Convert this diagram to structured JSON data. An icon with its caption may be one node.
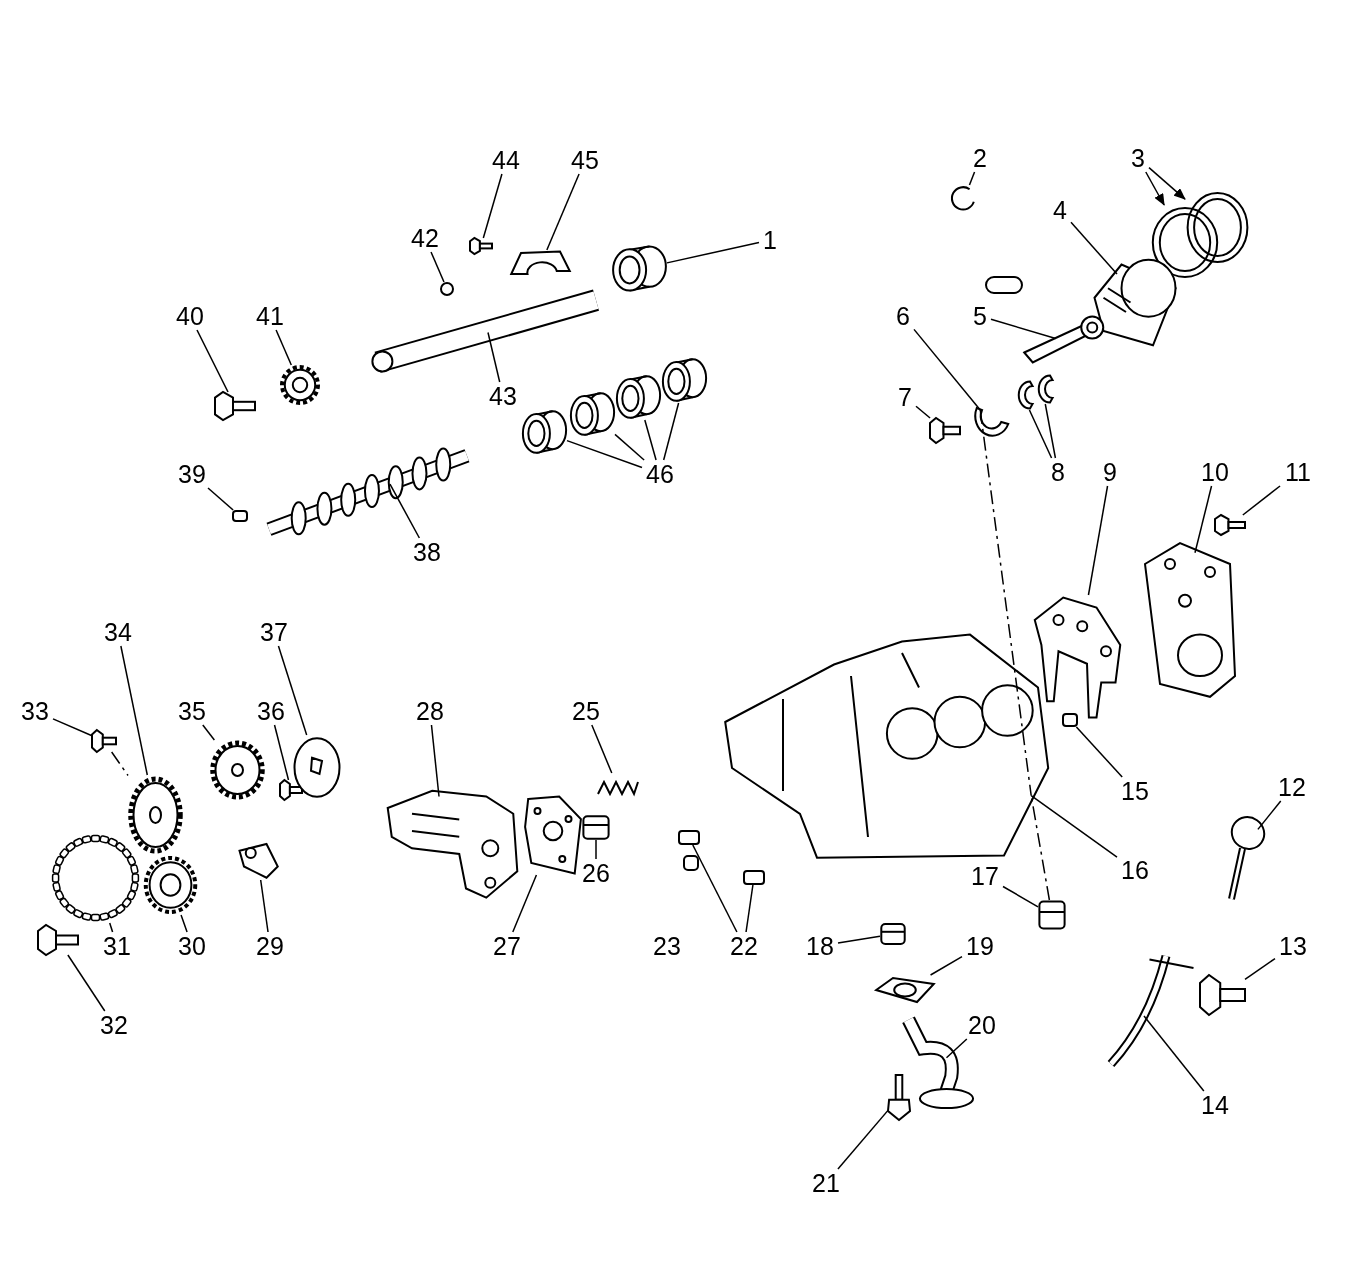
{
  "diagram": {
    "nodes": [
      {
        "text": [
          "1"
        ]
      },
      {
        "text": [],
        "shape": "picture"
      },
      {
        "text": [
          "2"
        ]
      },
      {
        "text": [],
        "shape": "picture"
      },
      {
        "text": [
          "3"
        ]
      },
      {
        "text": [],
        "shape": "picture"
      },
      {
        "text": [],
        "shape": "picture"
      },
      {
        "text": [
          "4"
        ]
      },
      {
        "text": [],
        "shape": "picture"
      },
      {
        "text": [
          "5"
        ]
      },
      {
        "text": [],
        "shape": "picture"
      },
      {
        "text": [
          "6"
        ]
      },
      {
        "text": [],
        "shape": "picture"
      },
      {
        "text": [
          "7"
        ]
      },
      {
        "text": [],
        "shape": "picture"
      },
      {
        "text": [
          "8"
        ]
      },
      {
        "text": [],
        "shape": "picture"
      },
      {
        "text": [],
        "shape": "picture"
      },
      {
        "text": [
          "9"
        ]
      },
      {
        "text": [],
        "shape": "picture"
      },
      {
        "text": [
          "10"
        ]
      },
      {
        "text": [],
        "shape": "picture"
      },
      {
        "text": [
          "11"
        ]
      },
      {
        "text": [],
        "shape": "picture"
      },
      {
        "text": [
          "12"
        ]
      },
      {
        "text": [],
        "shape": "picture"
      },
      {
        "text": [
          "13"
        ]
      },
      {
        "text": [],
        "shape": "picture"
      },
      {
        "text": [
          "14"
        ]
      },
      {
        "text": [],
        "shape": "picture"
      },
      {
        "text": [
          "15"
        ]
      },
      {
        "text": [],
        "shape": "box"
      },
      {
        "text": [
          "16"
        ]
      },
      {
        "text": [],
        "shape": "picture"
      },
      {
        "text": [
          "17"
        ]
      },
      {
        "text": [],
        "shape": "picture"
      },
      {
        "text": [
          "18"
        ]
      },
      {
        "text": [],
        "shape": "picture"
      },
      {
        "text": [
          "19"
        ]
      },
      {
        "text": [],
        "shape": "picture"
      },
      {
        "text": [
          "20"
        ]
      },
      {
        "text": [],
        "shape": "picture"
      },
      {
        "text": [
          "21"
        ]
      },
      {
        "text": [],
        "shape": "picture"
      },
      {
        "text": [
          "22"
        ]
      },
      {
        "text": [],
        "shape": "box"
      },
      {
        "text": [],
        "shape": "box"
      },
      {
        "text": [
          "25"
        ]
      },
      {
        "text": [],
        "shape": "picture"
      },
      {
        "text": [
          "26"
        ]
      },
      {
        "text": [],
        "shape": "picture"
      },
      {
        "text": [
          "27"
        ]
      },
      {
        "text": [],
        "shape": "picture"
      },
      {
        "text": [
          "28"
        ]
      },
      {
        "text": [],
        "shape": "picture"
      },
      {
        "text": [
          "29"
        ]
      },
      {
        "text": [],
        "shape": "picture"
      },
      {
        "text": [
          "30"
        ]
      },
      {
        "text": [],
        "shape": "picture"
      },
      {
        "text": [
          "31"
        ]
      },
      {
        "text": [],
        "shape": "picture"
      },
      {
        "text": [
          "32"
        ]
      },
      {
        "text": [],
        "shape": "picture"
      },
      {
        "text": [
          "33"
        ]
      },
      {
        "text": [],
        "shape": "picture"
      },
      {
        "text": [
          "34"
        ]
      },
      {
        "text": [],
        "shape": "picture"
      },
      {
        "text": [
          "35"
        ]
      },
      {
        "text": [],
        "shape": "picture"
      },
      {
        "text": [
          "36"
        ]
      },
      {
        "text": [],
        "shape": "picture"
      },
      {
        "text": [
          "37"
        ]
      },
      {
        "text": [],
        "shape": "picture"
      },
      {
        "text": [
          "38"
        ]
      },
      {
        "text": [],
        "shape": "picture"
      },
      {
        "text": [
          "39"
        ]
      },
      {
        "text": [],
        "shape": "box"
      },
      {
        "text": [
          "40"
        ]
      },
      {
        "text": [],
        "shape": "picture"
      },
      {
        "text": [
          "41"
        ]
      },
      {
        "text": [],
        "shape": "picture"
      },
      {
        "text": [
          "42"
        ]
      },
      {
        "text": [],
        "shape": "circle"
      },
      {
        "text": [
          "43"
        ]
      },
      {
        "text": [],
        "shape": "picture"
      },
      {
        "text": [
          "44"
        ]
      },
      {
        "text": [],
        "shape": "picture"
      },
      {
        "text": [
          "45"
        ]
      },
      {
        "text": [],
        "shape": "picture"
      },
      {
        "text": [
          "46"
        ]
      },
      {
        "text": [],
        "shape": "picture"
      },
      {
        "text": [],
        "shape": "picture"
      },
      {
        "text": [],
        "shape": "picture"
      },
      {
        "text": [],
        "shape": "picture"
      }
    ],
    "edges": [
      {
        "from": 0,
        "to": 1,
        "arrow": "none"
      },
      {
        "from": 2,
        "to": 3,
        "arrow": "none"
      },
      {
        "from": 4,
        "to": 5,
        "arrow": "to"
      },
      {
        "from": 4,
        "to": 6,
        "arrow": "to"
      },
      {
        "from": 7,
        "to": 8,
        "arrow": "none"
      },
      {
        "from": 9,
        "to": 10,
        "arrow": "none"
      },
      {
        "from": 11,
        "to": 12,
        "arrow": "none"
      },
      {
        "from": 13,
        "to": 14,
        "arrow": "none"
      },
      {
        "from": 15,
        "to": 16,
        "arrow": "none"
      },
      {
        "from": 15,
        "to": 17,
        "arrow": "none"
      },
      {
        "from": 18,
        "to": 19,
        "arrow": "none"
      },
      {
        "from": 20,
        "to": 21,
        "arrow": "none"
      },
      {
        "from": 22,
        "to": 23,
        "arrow": "none"
      },
      {
        "from": 24,
        "to": 25,
        "arrow": "none"
      },
      {
        "from": 26,
        "to": 27,
        "arrow": "none"
      },
      {
        "from": 28,
        "to": 29,
        "arrow": "none"
      },
      {
        "from": 30,
        "to": 31,
        "arrow": "none"
      },
      {
        "from": 32,
        "to": 33,
        "arrow": "none"
      },
      {
        "from": 34,
        "to": 35,
        "arrow": "none"
      },
      {
        "from": 36,
        "to": 37,
        "arrow": "none"
      },
      {
        "from": 38,
        "to": 39,
        "arrow": "none"
      },
      {
        "from": 40,
        "to": 41,
        "arrow": "none"
      },
      {
        "from": 42,
        "to": 43,
        "arrow": "none"
      },
      {
        "from": 44,
        "to": 45,
        "arrow": "none"
      },
      {
        "from": 44,
        "to": 46,
        "arrow": "none"
      },
      {
        "from": 47,
        "to": 48,
        "arrow": "none"
      },
      {
        "from": 49,
        "to": 50,
        "arrow": "none"
      },
      {
        "from": 51,
        "to": 52,
        "arrow": "none"
      },
      {
        "from": 53,
        "to": 54,
        "arrow": "none"
      },
      {
        "from": 55,
        "to": 56,
        "arrow": "none"
      },
      {
        "from": 57,
        "to": 58,
        "arrow": "none"
      },
      {
        "from": 59,
        "to": 60,
        "arrow": "none"
      },
      {
        "from": 61,
        "to": 62,
        "arrow": "none"
      },
      {
        "from": 63,
        "to": 64,
        "arrow": "none"
      },
      {
        "from": 65,
        "to": 66,
        "arrow": "none"
      },
      {
        "from": 67,
        "to": 68,
        "arrow": "none"
      },
      {
        "from": 69,
        "to": 70,
        "arrow": "none"
      },
      {
        "from": 71,
        "to": 72,
        "arrow": "none"
      },
      {
        "from": 73,
        "to": 74,
        "arrow": "none"
      },
      {
        "from": 75,
        "to": 76,
        "arrow": "none"
      },
      {
        "from": 77,
        "to": 78,
        "arrow": "none"
      },
      {
        "from": 79,
        "to": 80,
        "arrow": "none"
      },
      {
        "from": 81,
        "to": 82,
        "arrow": "none"
      },
      {
        "from": 83,
        "to": 84,
        "arrow": "none"
      },
      {
        "from": 85,
        "to": 86,
        "arrow": "none"
      },
      {
        "from": 87,
        "to": 88,
        "arrow": "none"
      },
      {
        "from": 89,
        "to": 90,
        "arrow": "none"
      },
      {
        "from": 89,
        "to": 91,
        "arrow": "none"
      },
      {
        "from": 89,
        "to": 92,
        "arrow": "none"
      },
      {
        "from": 89,
        "to": 93,
        "arrow": "none"
      },
      {
        "from": 12,
        "to": 33,
        "arrow": "none",
        "style": "dashed"
      },
      {
        "from": 35,
        "to": 33,
        "arrow": "none",
        "style": "dashed"
      },
      {
        "from": 64,
        "to": 66,
        "arrow": "none",
        "style": "dashed"
      }
    ],
    "labels": [
      "23"
    ]
  }
}
